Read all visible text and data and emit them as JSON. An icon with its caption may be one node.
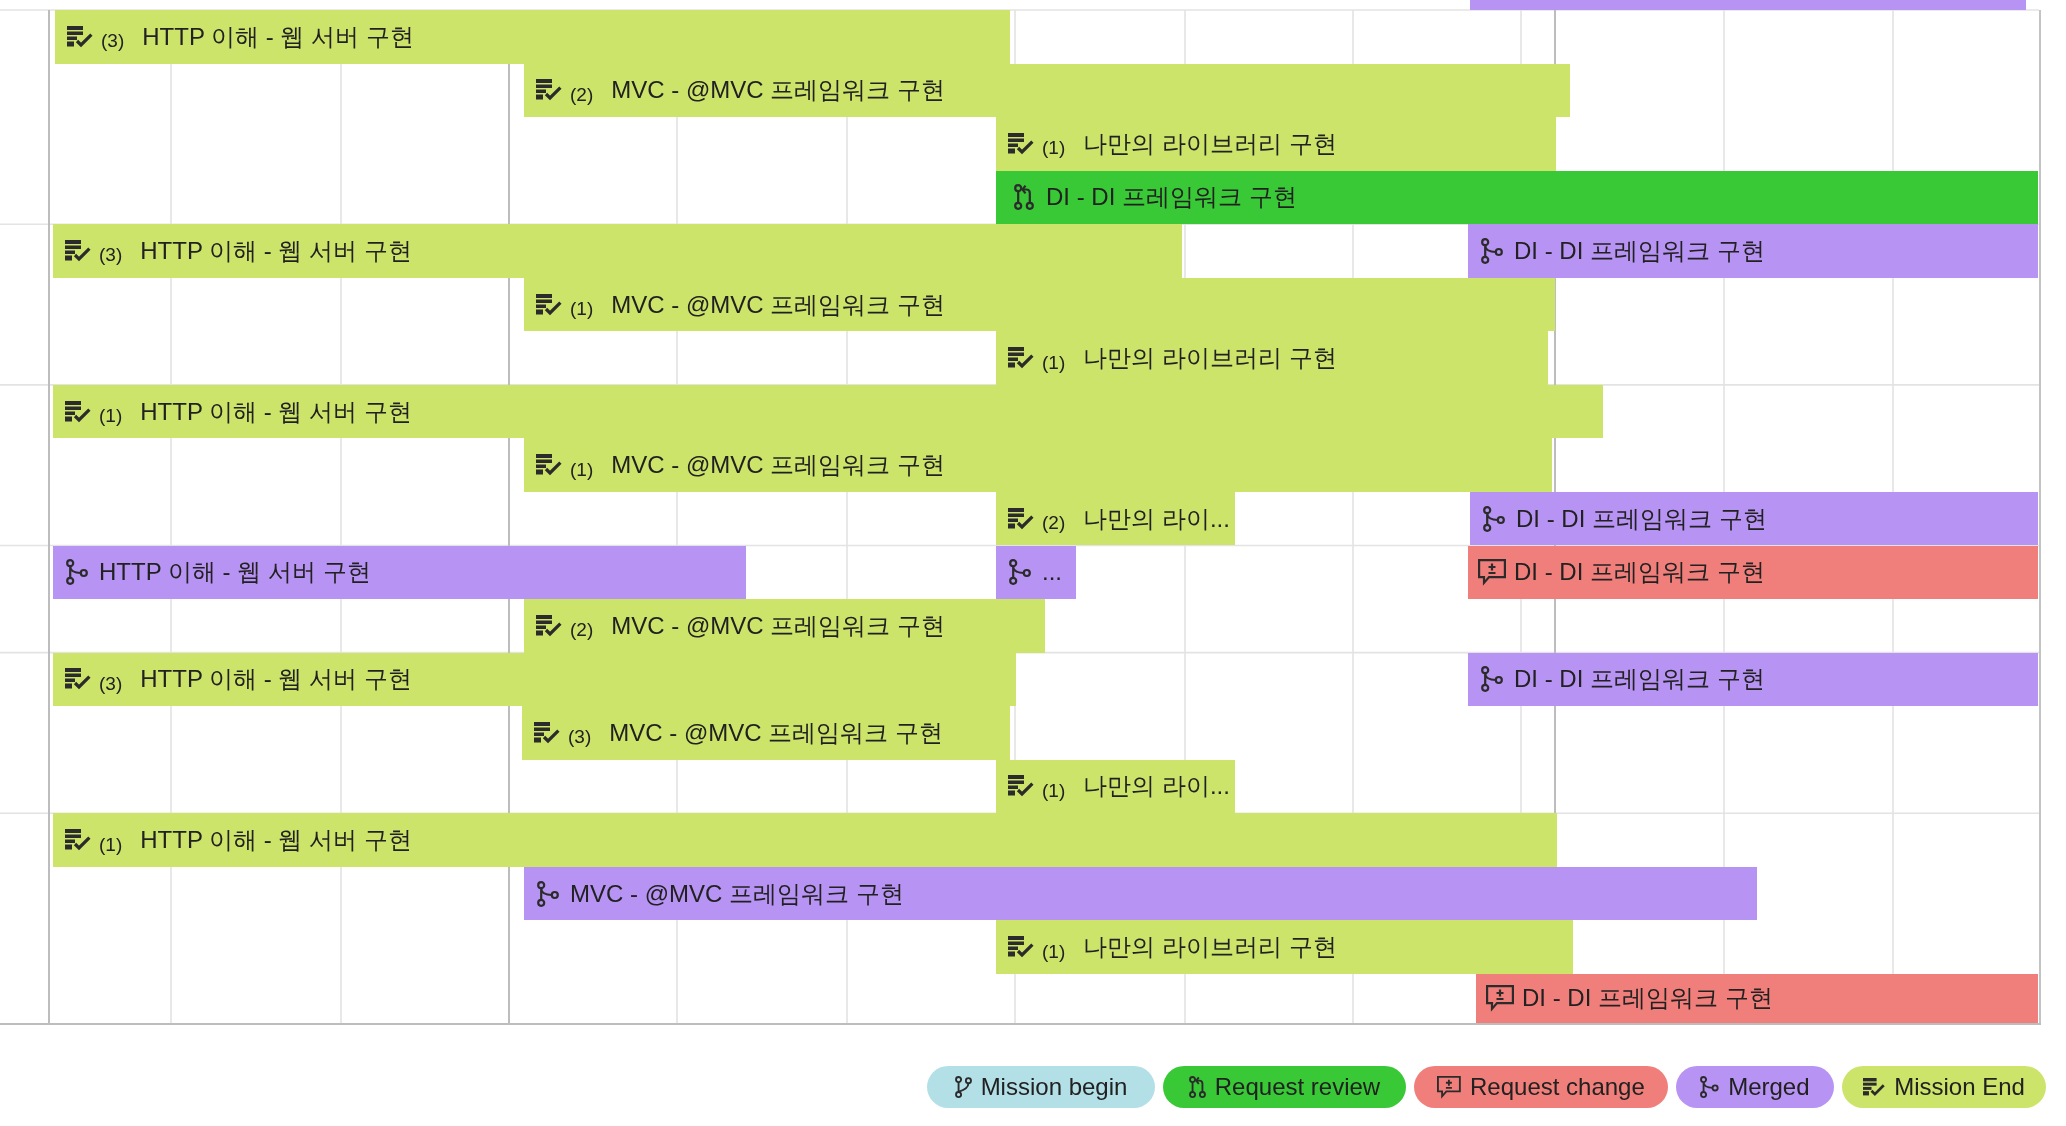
{
  "diagram": {
    "nodes": [
      {
        "text": [],
        "shape": "bar"
      },
      {
        "text": [
          "(3)",
          "HTTP 이해 - 웹 서버 구현"
        ]
      },
      {
        "text": [
          "(2)",
          "MVC - @MVC 프레임워크 구현"
        ]
      },
      {
        "text": [
          "(1)",
          "나만의 라이브러리 구현"
        ]
      },
      {
        "text": [
          "DI - DI 프레임워크 구현"
        ]
      },
      {
        "text": [
          "(3)",
          "HTTP 이해 - 웹 서버 구현"
        ]
      },
      {
        "text": [
          "DI - DI 프레임워크 구현"
        ]
      },
      {
        "text": [
          "(1)",
          "MVC - @MVC 프레임워크 구현"
        ]
      },
      {
        "text": [
          "(1)",
          "나만의 라이브러리 구현"
        ]
      },
      {
        "text": [
          "(1)",
          "HTTP 이해 - 웹 서버 구현"
        ]
      },
      {
        "text": [
          "(1)",
          "MVC - @MVC 프레임워크 구현"
        ]
      },
      {
        "text": [
          "(2)",
          "나만의 라이..."
        ]
      },
      {
        "text": [
          "DI - DI 프레임워크 구현"
        ]
      },
      {
        "text": [
          "HTTP 이해 - 웹 서버 구현"
        ]
      },
      {
        "text": [
          "..."
        ]
      },
      {
        "text": [
          "DI - DI 프레임워크 구현"
        ]
      },
      {
        "text": [
          "(2)",
          "MVC - @MVC 프레임워크 구현"
        ]
      },
      {
        "text": [
          "(3)",
          "HTTP 이해 - 웹 서버 구현"
        ]
      },
      {
        "text": [
          "DI - DI 프레임워크 구현"
        ]
      },
      {
        "text": [
          "(3)",
          "MVC - @MVC 프레임워크 구현"
        ]
      },
      {
        "text": [
          "(1)",
          "나만의 라이..."
        ]
      },
      {
        "text": [
          "(1)",
          "HTTP 이해 - 웹 서버 구현"
        ]
      },
      {
        "text": [
          "MVC - @MVC 프레임워크 구현"
        ]
      },
      {
        "text": [
          "(1)",
          "나만의 라이브러리 구현"
        ]
      },
      {
        "text": [
          "DI - DI 프레임워크 구현"
        ]
      }
    ],
    "legend": [
      {
        "text": "Mission begin",
        "color": "#b2e0e6"
      },
      {
        "text": "Request review",
        "color": "#39c937"
      },
      {
        "text": "Request change",
        "color": "#f07f7b"
      },
      {
        "text": "Merged",
        "color": "#b793f3"
      },
      {
        "text": "Mission End",
        "color": "#cde46a"
      }
    ]
  }
}
